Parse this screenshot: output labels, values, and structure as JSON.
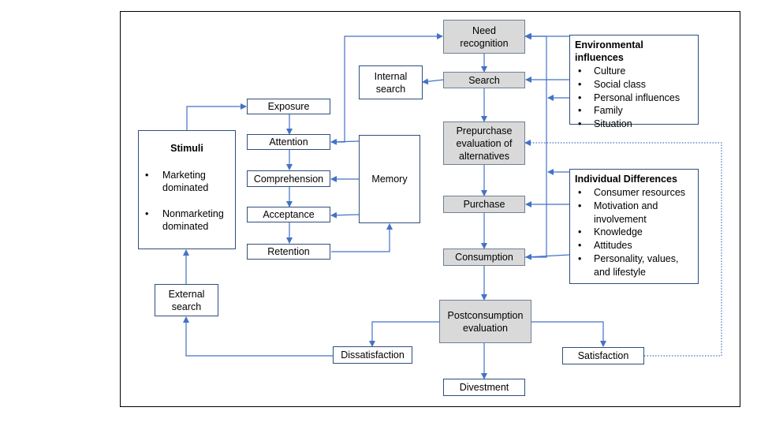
{
  "nodes": {
    "need_recognition": "Need recognition",
    "search": "Search",
    "internal_search": "Internal search",
    "prepurchase": "Prepurchase evaluation of alternatives",
    "purchase": "Purchase",
    "consumption": "Consumption",
    "postconsumption": "Postconsumption evaluation",
    "dissatisfaction": "Dissatisfaction",
    "satisfaction": "Satisfaction",
    "divestment": "Divestment",
    "exposure": "Exposure",
    "attention": "Attention",
    "comprehension": "Comprehension",
    "acceptance": "Acceptance",
    "retention": "Retention",
    "memory": "Memory",
    "external_search": "External search"
  },
  "stimuli": {
    "title": "Stimuli",
    "items": [
      "Marketing dominated",
      "Nonmarketing dominated"
    ]
  },
  "environmental": {
    "title": "Environmental influences",
    "items": [
      "Culture",
      "Social class",
      "Personal influences",
      "Family",
      "Situation"
    ]
  },
  "individual": {
    "title": "Individual Differences",
    "items": [
      "Consumer resources",
      "Motivation and involvement",
      "Knowledge",
      "Attitudes",
      "Personality, values, and lifestyle"
    ]
  },
  "colors": {
    "line": "#4472c4",
    "box_border": "#2f4e7d",
    "gray_fill": "#d9d9d9"
  }
}
